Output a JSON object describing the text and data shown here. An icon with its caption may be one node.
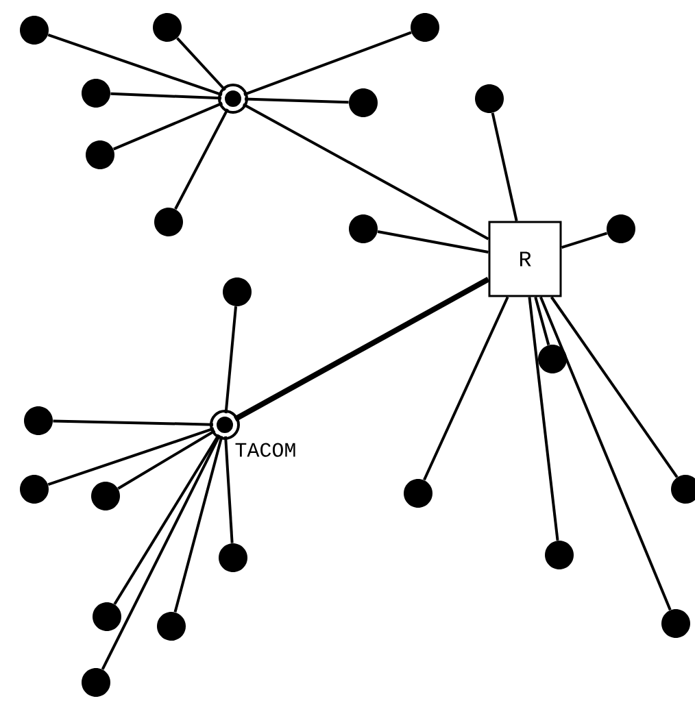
{
  "diagram": {
    "nodes": [
      {
        "text": [],
        "shape": "circle"
      },
      {
        "text": [
          "R"
        ]
      },
      {
        "text": [],
        "shape": "circle",
        "beside": [
          "TACOM"
        ]
      },
      {
        "text": [],
        "shape": "dot"
      },
      {
        "text": [],
        "shape": "dot"
      },
      {
        "text": [],
        "shape": "dot"
      },
      {
        "text": [],
        "shape": "dot"
      },
      {
        "text": [],
        "shape": "dot"
      },
      {
        "text": [],
        "shape": "dot"
      },
      {
        "text": [],
        "shape": "dot"
      },
      {
        "text": [],
        "shape": "dot"
      },
      {
        "text": [],
        "shape": "dot"
      },
      {
        "text": [],
        "shape": "dot"
      },
      {
        "text": [],
        "shape": "dot"
      },
      {
        "text": [],
        "shape": "dot"
      },
      {
        "text": [],
        "shape": "dot"
      },
      {
        "text": [],
        "shape": "dot"
      },
      {
        "text": [],
        "shape": "dot"
      },
      {
        "text": [],
        "shape": "dot"
      },
      {
        "text": [],
        "shape": "dot"
      },
      {
        "text": [],
        "shape": "dot"
      },
      {
        "text": [],
        "shape": "dot"
      },
      {
        "text": [],
        "shape": "dot"
      },
      {
        "text": [],
        "shape": "dot"
      },
      {
        "text": [],
        "shape": "dot"
      },
      {
        "text": [],
        "shape": "dot"
      }
    ],
    "edges": [
      {
        "from": 0,
        "to": 3,
        "arrow": "none"
      },
      {
        "from": 0,
        "to": 4,
        "arrow": "none"
      },
      {
        "from": 0,
        "to": 5,
        "arrow": "none"
      },
      {
        "from": 0,
        "to": 6,
        "arrow": "none"
      },
      {
        "from": 0,
        "to": 7,
        "arrow": "none"
      },
      {
        "from": 0,
        "to": 8,
        "arrow": "none"
      },
      {
        "from": 0,
        "to": 9,
        "arrow": "none"
      },
      {
        "from": 0,
        "to": 1,
        "arrow": "none"
      },
      {
        "from": 1,
        "to": 10,
        "arrow": "none"
      },
      {
        "from": 1,
        "to": 11,
        "arrow": "none"
      },
      {
        "from": 1,
        "to": 12,
        "arrow": "none"
      },
      {
        "from": 1,
        "to": 13,
        "arrow": "none"
      },
      {
        "from": 1,
        "to": 14,
        "arrow": "none"
      },
      {
        "from": 1,
        "to": 15,
        "arrow": "none"
      },
      {
        "from": 1,
        "to": 16,
        "arrow": "none"
      },
      {
        "from": 1,
        "to": 17,
        "arrow": "none"
      },
      {
        "from": 2,
        "to": 1,
        "arrow": "none",
        "style": "thick"
      },
      {
        "from": 2,
        "to": 18,
        "arrow": "none"
      },
      {
        "from": 2,
        "to": 19,
        "arrow": "none"
      },
      {
        "from": 2,
        "to": 20,
        "arrow": "none"
      },
      {
        "from": 2,
        "to": 21,
        "arrow": "none"
      },
      {
        "from": 2,
        "to": 22,
        "arrow": "none"
      },
      {
        "from": 2,
        "to": 23,
        "arrow": "none"
      },
      {
        "from": 2,
        "to": 24,
        "arrow": "none"
      },
      {
        "from": 2,
        "to": 25,
        "arrow": "none"
      }
    ]
  }
}
